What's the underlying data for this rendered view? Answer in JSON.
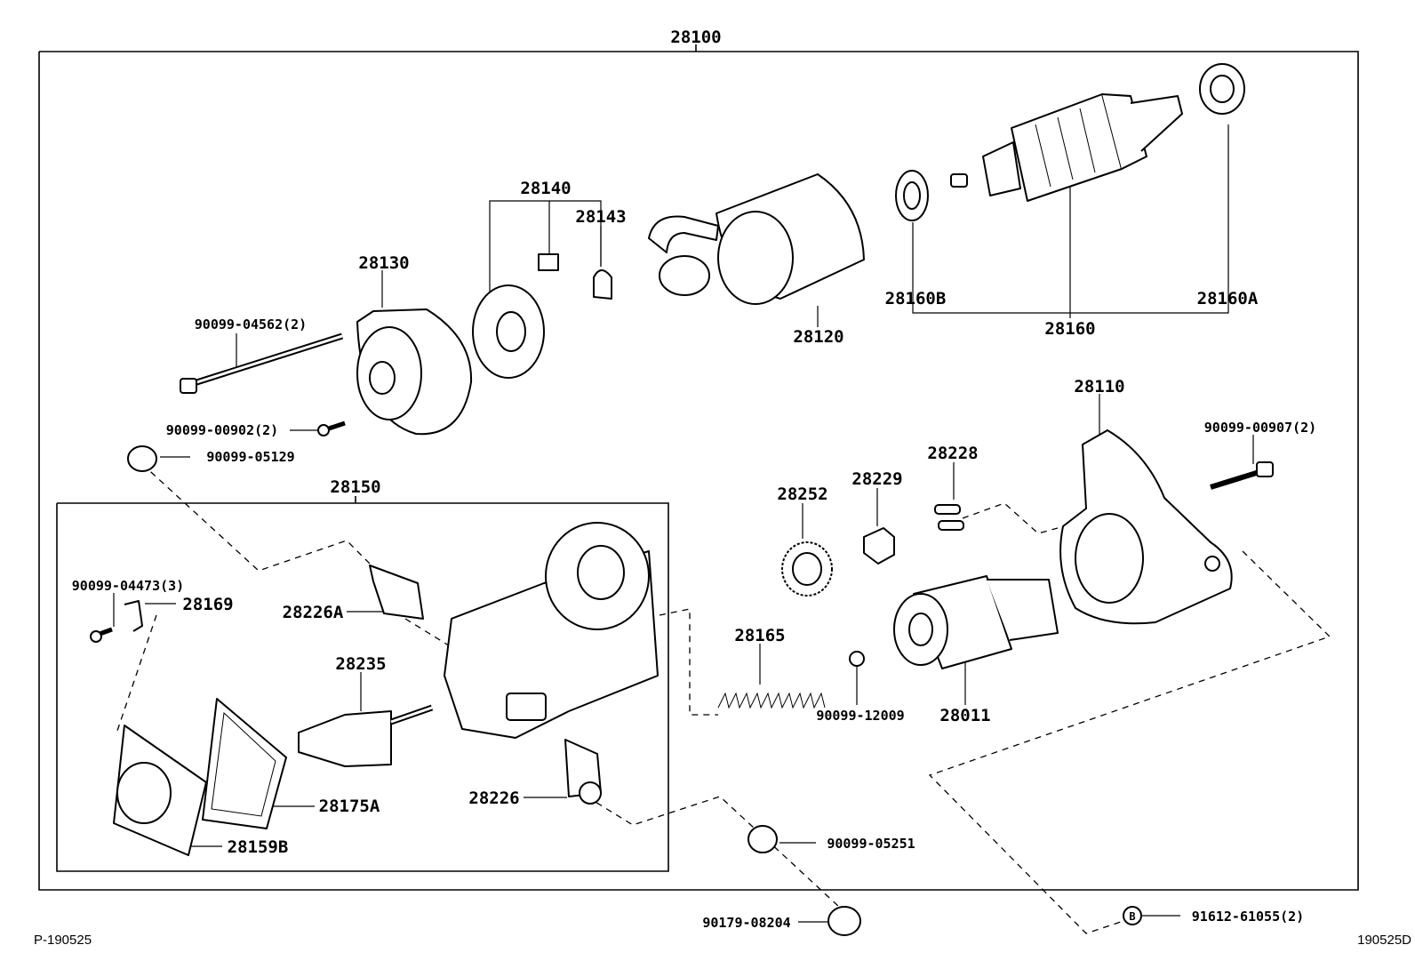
{
  "diagram": {
    "assembly_number": "28100",
    "labels": {
      "p28150": "28150",
      "p28130": "28130",
      "p28140": "28140",
      "p28143": "28143",
      "p28120": "28120",
      "p28160B": "28160B",
      "p28160": "28160",
      "p28160A": "28160A",
      "p28110": "28110",
      "p28228": "28228",
      "p28229": "28229",
      "p28252": "28252",
      "p28165": "28165",
      "p90099_12009": "90099-12009",
      "p28011": "28011",
      "p90099_00907": "90099-00907(2)",
      "p90099_04562": "90099-04562(2)",
      "p90099_00902": "90099-00902(2)",
      "p90099_05129": "90099-05129",
      "p90099_04473": "90099-04473(3)",
      "p28169": "28169",
      "p28226A": "28226A",
      "p28235": "28235",
      "p28175A": "28175A",
      "p28159B": "28159B",
      "p28226": "28226",
      "p90099_05251": "90099-05251",
      "p90179_08204": "90179-08204",
      "p91612_61055": "91612-61055(2)",
      "marker_b": "B"
    },
    "footer": {
      "left_code": "P-190525",
      "right_code": "190525D"
    }
  }
}
